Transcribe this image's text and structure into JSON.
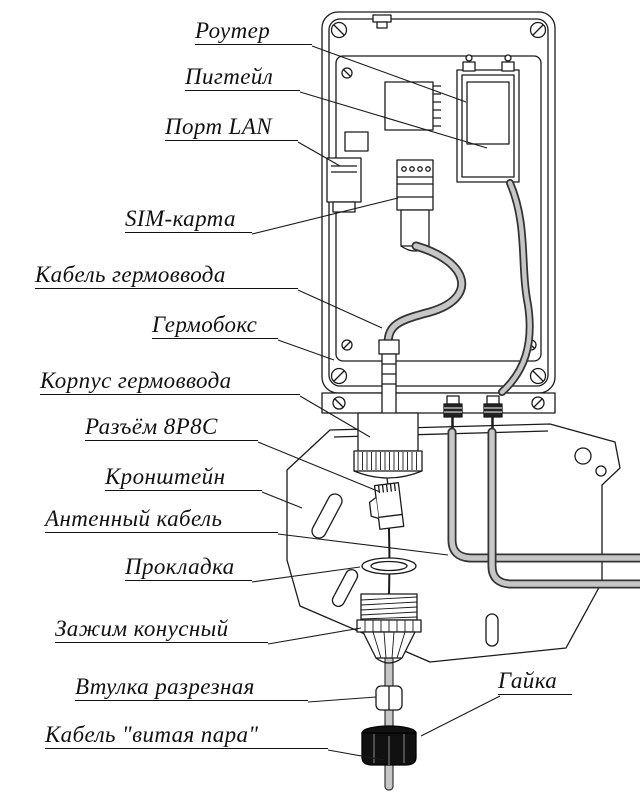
{
  "labels": {
    "router": "Роутер",
    "pigtail": "Пигтейл",
    "lan_port": "Порт LAN",
    "sim_card": "SIM-карта",
    "gland_cable": "Кабель гермоввода",
    "enclosure": "Гермобокс",
    "gland_body": "Корпус гермоввода",
    "rj45": "Разъём 8P8C",
    "bracket": "Кронштейн",
    "antenna_cable": "Антенный кабель",
    "gasket": "Прокладка",
    "conical_clamp": "Зажим конусный",
    "split_sleeve": "Втулка разрезная",
    "twisted_pair": "Кабель \"витая пара\"",
    "nut": "Гайка"
  },
  "colors": {
    "line": "#1a1a1a",
    "cable_gray": "#c6c6c6",
    "cable_outline": "#333333",
    "nut_black": "#111111",
    "background": "#ffffff"
  }
}
